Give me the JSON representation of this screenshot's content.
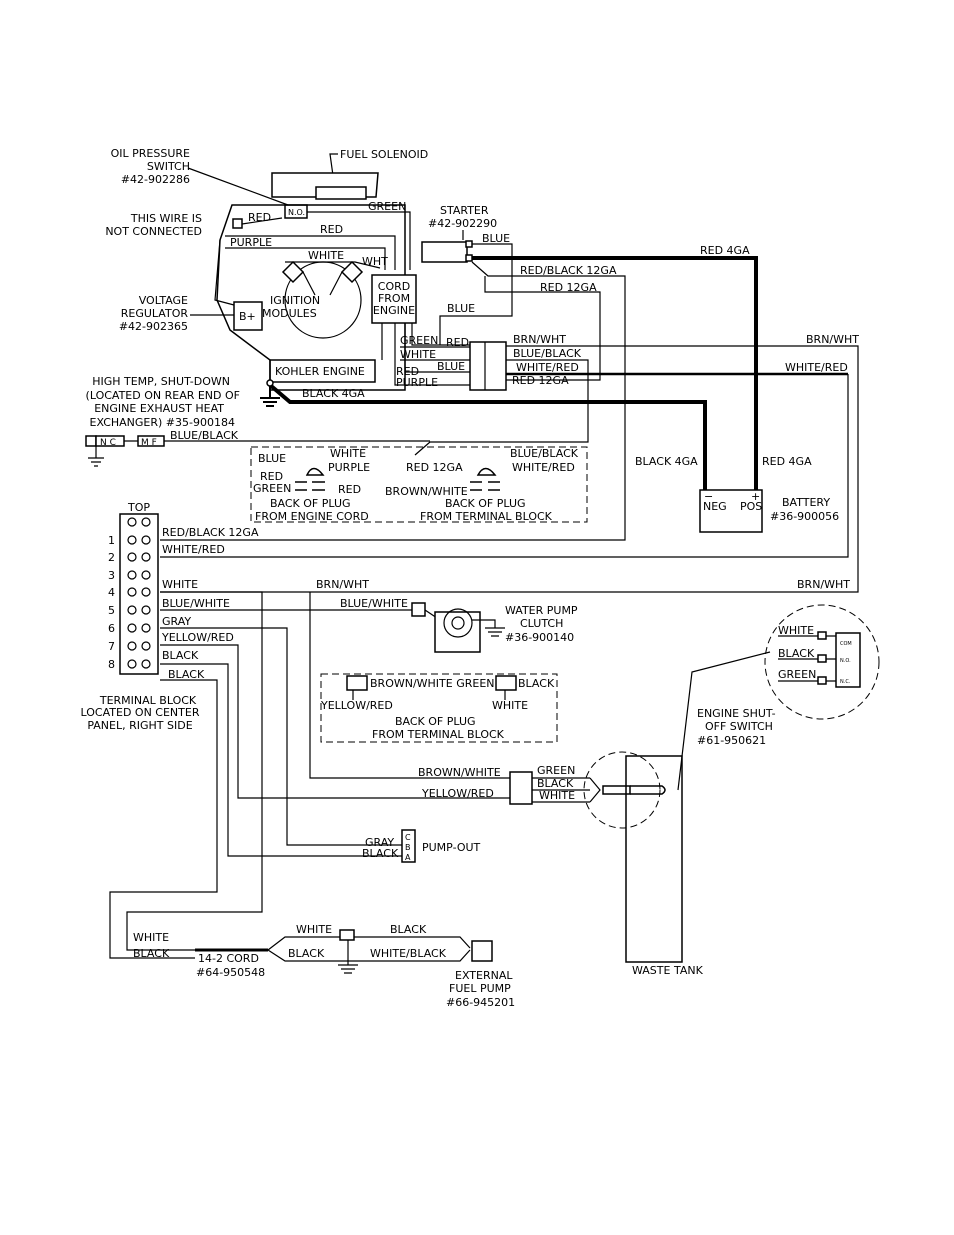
{
  "labels": {
    "oil_pressure_switch": [
      "OIL PRESSURE",
      "SWITCH",
      "#42-902286"
    ],
    "fuel_solenoid": "FUEL SOLENOID",
    "no": "N.O.",
    "not_connected": [
      "THIS WIRE IS",
      "NOT CONNECTED"
    ],
    "voltage_regulator": [
      "VOLTAGE",
      "REGULATOR",
      "#42-902365"
    ],
    "b_plus": "B+",
    "ignition_modules": [
      "IGNITION",
      "MODULES"
    ],
    "cord_from_engine": [
      "CORD",
      "FROM",
      "ENGINE"
    ],
    "starter": [
      "STARTER",
      "#42-902290"
    ],
    "kohler_engine": "KOHLER ENGINE",
    "black_4ga": "BLACK 4GA",
    "high_temp": [
      "HIGH TEMP, SHUT-DOWN",
      "(LOCATED ON REAR END OF",
      "ENGINE EXHAUST HEAT",
      "EXCHANGER) #35-900184"
    ],
    "nc": "N C",
    "mf": "M F",
    "battery": [
      "BATTERY",
      "#36-900056"
    ],
    "neg": "NEG",
    "pos": "POS",
    "minus": "−",
    "plus": "+",
    "red_4ga": "RED 4GA",
    "back_plug_engine": [
      "BACK OF PLUG",
      "FROM ENGINE CORD"
    ],
    "back_plug_terminal": [
      "BACK OF PLUG",
      "FROM TERMINAL BLOCK"
    ],
    "back_plug_terminal2": [
      "BACK OF PLUG",
      "FROM TERMINAL BLOCK"
    ],
    "top": "TOP",
    "terminal_numbers": [
      "1",
      "2",
      "3",
      "4",
      "5",
      "6",
      "7",
      "8"
    ],
    "terminal_block": [
      "TERMINAL BLOCK",
      "LOCATED ON CENTER",
      "PANEL, RIGHT SIDE"
    ],
    "water_pump_clutch": [
      "WATER PUMP",
      "CLUTCH",
      "#36-900140"
    ],
    "engine_shutoff": [
      "ENGINE SHUT-",
      "OFF SWITCH",
      "#61-950621"
    ],
    "switch_pins": [
      "COM",
      "N.O.",
      "N.C."
    ],
    "waste_tank": "WASTE TANK",
    "pump_out": "PUMP-OUT",
    "pump_out_pins": [
      "C",
      "B",
      "A"
    ],
    "cord_14_2": [
      "14-2 CORD",
      "#64-950548"
    ],
    "external_fuel_pump": [
      "EXTERNAL",
      "FUEL PUMP",
      "#66-945201"
    ]
  },
  "wires": {
    "red": "RED",
    "green": "GREEN",
    "purple": "PURPLE",
    "white": "WHITE",
    "wht": "WHT",
    "blue": "BLUE",
    "red_black_12ga": "RED/BLACK 12GA",
    "red_12ga": "RED 12GA",
    "brn_wht": "BRN/WHT",
    "blue_black": "BLUE/BLACK",
    "white_red": "WHITE/RED",
    "blue_white": "BLUE/WHITE",
    "gray": "GRAY",
    "yellow_red": "YELLOW/RED",
    "black": "BLACK",
    "brown_white": "BROWN/WHITE",
    "brown_white_green": "BROWN/WHITE GREEN",
    "white_black": "WHITE/BLACK"
  }
}
